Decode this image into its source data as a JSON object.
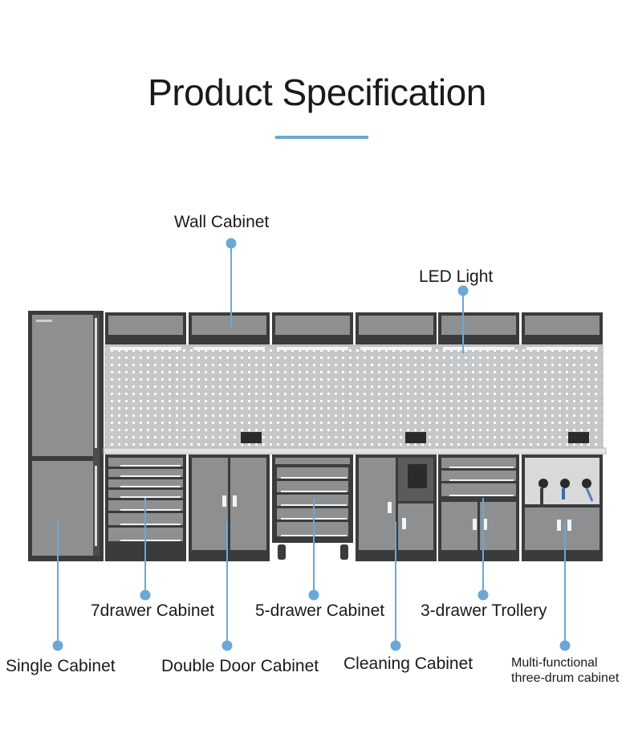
{
  "title": "Product Specification",
  "colors": {
    "accent": "#6aa8d8",
    "frame": "#3a3b3d",
    "panel": "#8e8f91",
    "pegboard": "#c4c5c7",
    "led": "#f4f4f4",
    "worktop": "#e4e4e4"
  },
  "labels": {
    "wall_cabinet": "Wall Cabinet",
    "led_light": "LED Light",
    "seven_drawer": "7drawer Cabinet",
    "five_drawer": "5-drawer Cabinet",
    "three_drawer": "3-drawer Trollery",
    "single_cabinet": "Single Cabinet",
    "double_door": "Double Door Cabinet",
    "cleaning": "Cleaning Cabinet",
    "multi_line1": "Multi-functional",
    "multi_line2": "three-drum cabinet"
  }
}
